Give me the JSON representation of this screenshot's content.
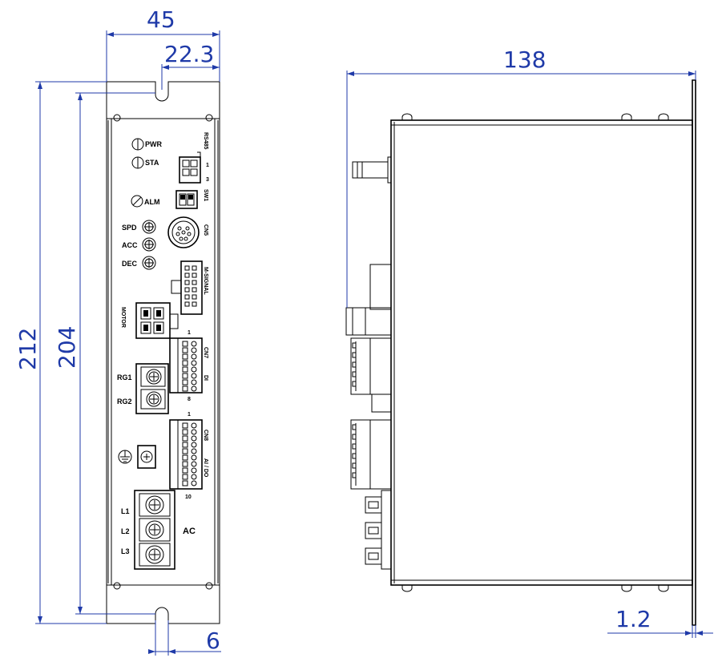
{
  "dimensions": {
    "width_overall": "45",
    "slot_offset": "22.3",
    "height_overall": "212",
    "height_inner": "204",
    "slot_width": "6",
    "depth": "138",
    "flange_thickness": "1.2"
  },
  "labels": {
    "pwr": "PWR",
    "sta": "STA",
    "rs485": "RS485",
    "rs485_pin1": "1",
    "rs485_pin3": "3",
    "alm": "ALM",
    "sw1": "SW1",
    "cn5": "CN5",
    "spd": "SPD",
    "acc": "ACC",
    "dec": "DEC",
    "m_signal": "M-SIGNAL",
    "motor": "MOTOR",
    "cn7": "CN7",
    "di": "DI",
    "cn7_pin1": "1",
    "cn7_pin8": "8",
    "rg1": "RG1",
    "rg2": "RG2",
    "cn8": "CN8",
    "ai_do": "AI / DO",
    "cn8_pin1": "1",
    "cn8_pin10": "10",
    "l1": "L1",
    "l2": "L2",
    "l3": "L3",
    "ac": "AC"
  }
}
